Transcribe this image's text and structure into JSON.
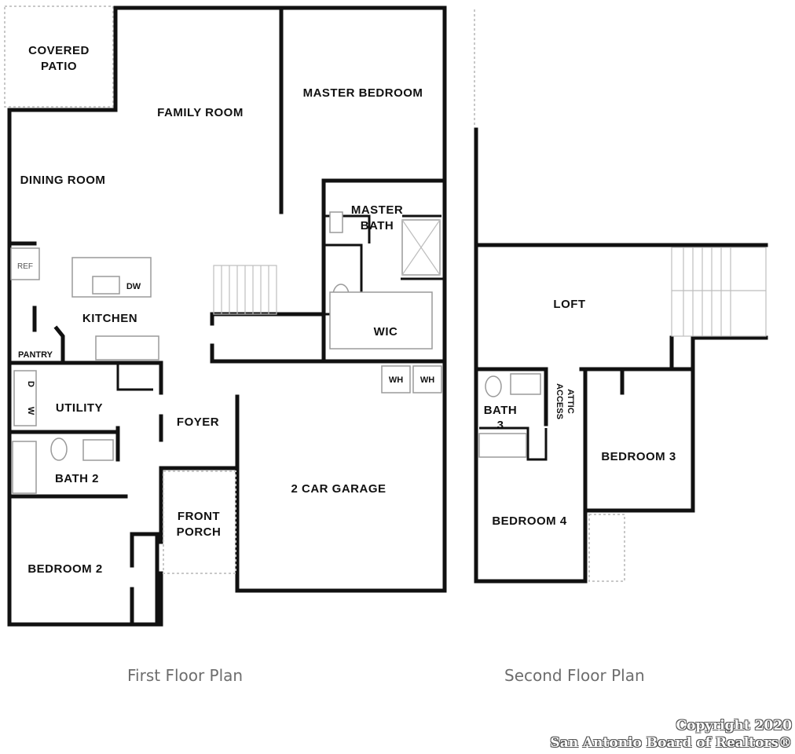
{
  "rooms": {
    "covered_patio_1": "COVERED",
    "covered_patio_2": "PATIO",
    "family_room": "FAMILY ROOM",
    "master_bedroom": "MASTER BEDROOM",
    "dining_room": "DINING ROOM",
    "master_bath_1": "MASTER",
    "master_bath_2": "BATH",
    "ref": "REF",
    "dw": "DW",
    "kitchen": "KITCHEN",
    "wic": "WIC",
    "pantry": "PANTRY",
    "wh_1": "WH",
    "wh_2": "WH",
    "dryer": "D",
    "washer": "W",
    "utility": "UTILITY",
    "foyer": "FOYER",
    "bath_2": "BATH 2",
    "garage": "2 CAR GARAGE",
    "front_porch_1": "FRONT",
    "front_porch_2": "PORCH",
    "bedroom_2": "BEDROOM 2",
    "loft": "LOFT",
    "bath_3_1": "BATH",
    "bath_3_2": "3",
    "attic_1": "ATTIC",
    "attic_2": "ACCESS",
    "bedroom_3": "BEDROOM 3",
    "bedroom_4": "BEDROOM 4"
  },
  "captions": {
    "first_floor": "First Floor Plan",
    "second_floor": "Second Floor Plan"
  },
  "copyright": {
    "line1": "Copyright 2020",
    "line2": "San Antonio Board of Realtors®"
  }
}
